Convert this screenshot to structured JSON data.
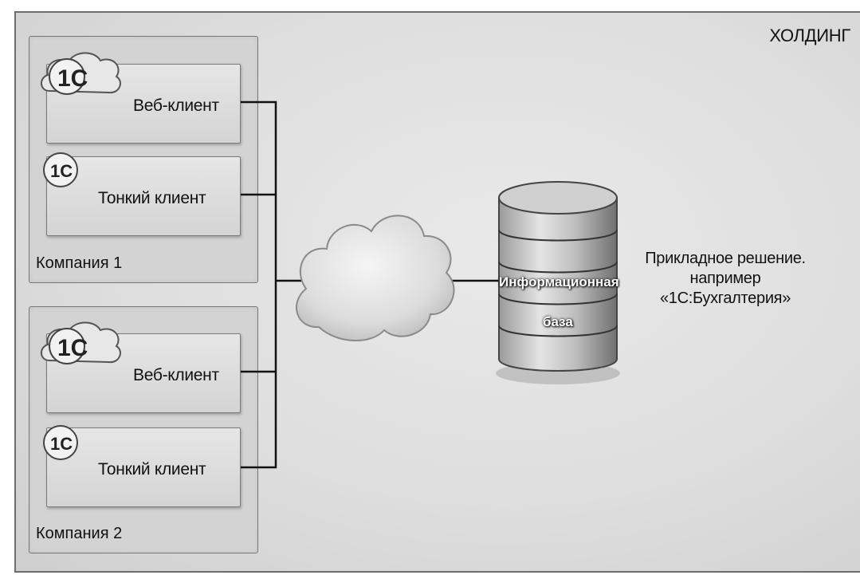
{
  "diagram": {
    "holding_label": "ХОЛДИНГ",
    "logo_text": "1С",
    "companies": [
      {
        "label": "Компания 1",
        "clients": [
          {
            "label": "Веб-клиент"
          },
          {
            "label": "Тонкий клиент"
          }
        ]
      },
      {
        "label": "Компания 2",
        "clients": [
          {
            "label": "Веб-клиент"
          },
          {
            "label": "Тонкий клиент"
          }
        ]
      }
    ],
    "database": {
      "line1": "Информационная",
      "line2": "база"
    },
    "application_note": {
      "line1": "Прикладное решение.",
      "line2": "например",
      "line3": "«1С:Бухгалтерия»"
    }
  }
}
